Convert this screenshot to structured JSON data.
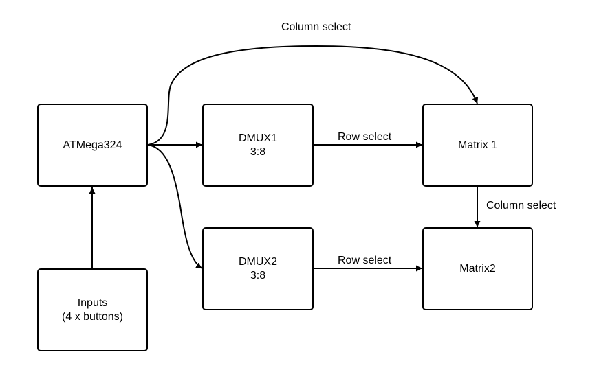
{
  "nodes": {
    "atmega": {
      "line1": "ATMega324"
    },
    "inputs": {
      "line1": "Inputs",
      "line2": "(4 x buttons)"
    },
    "dmux1": {
      "line1": "DMUX1",
      "line2": "3:8"
    },
    "dmux2": {
      "line1": "DMUX2",
      "line2": "3:8"
    },
    "matrix1": {
      "line1": "Matrix 1"
    },
    "matrix2": {
      "line1": "Matrix2"
    }
  },
  "edges": {
    "top_column_select": "Column select",
    "row_select_1": "Row select",
    "row_select_2": "Row select",
    "matrix_column_select": "Column select"
  },
  "colors": {
    "stroke": "#000000",
    "background": "#ffffff"
  }
}
